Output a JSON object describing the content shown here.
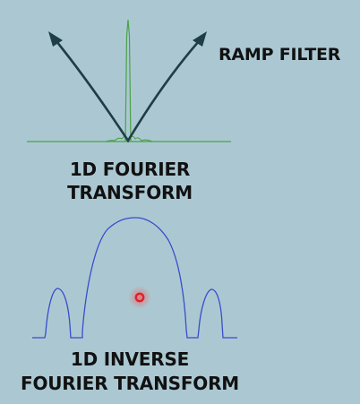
{
  "labels": {
    "ramp_filter": "RAMP FILTER",
    "fourier_line1": "1D FOURIER",
    "fourier_line2": "TRANSFORM",
    "inverse_line1": "1D INVERSE",
    "inverse_line2": "FOURIER TRANSFORM"
  },
  "colors": {
    "background": "#abc8d2",
    "ramp_curve": "#1f3d47",
    "spectrum": "#4aa14a",
    "inverse_signal": "#3a4bcc",
    "marker": "#e0202a"
  },
  "icons": {
    "left_arrow": "arrowhead-icon",
    "right_arrow": "arrowhead-icon",
    "marker": "red-dot-icon"
  }
}
